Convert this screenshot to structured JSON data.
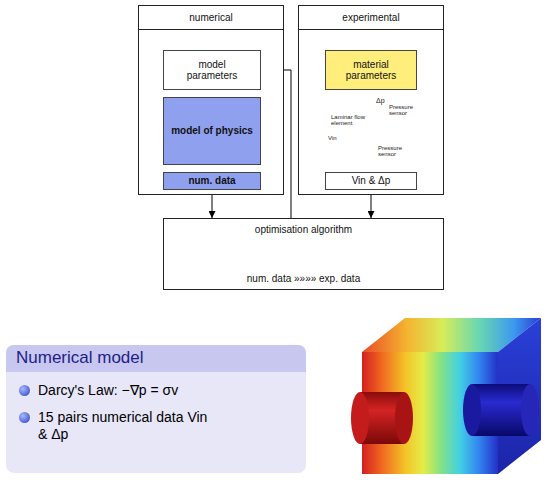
{
  "diagram": {
    "nodes": [
      {
        "text": [
          "numerical"
        ]
      },
      {
        "text": [
          "model parameters"
        ],
        "in": 0
      },
      {
        "text": [
          "model of physics"
        ],
        "in": 0
      },
      {
        "text": [
          "num. data"
        ],
        "in": 0
      },
      {
        "text": [
          "experimental"
        ]
      },
      {
        "text": [
          "material parameters"
        ],
        "in": 4
      },
      {
        "text": [
          "Vin & Δp"
        ],
        "in": 4
      },
      {
        "text": [
          "optimisation algorithm",
          "num. data »»»» exp. data"
        ]
      },
      {
        "text": [
          "Numerical model",
          "Darcy's Law: −∇p = σv",
          "15 pairs numerical data Vin & Δp"
        ]
      }
    ],
    "edges": [
      {
        "from": 3,
        "to": 7,
        "arrow": "to"
      },
      {
        "from": 6,
        "to": 7,
        "arrow": "to"
      },
      {
        "from": 7,
        "to": 1,
        "arrow": "to"
      }
    ],
    "labels": [
      "Δp",
      "Pressure sensor",
      "Laminar flow element",
      "Vin",
      "Pressure sensor"
    ]
  }
}
